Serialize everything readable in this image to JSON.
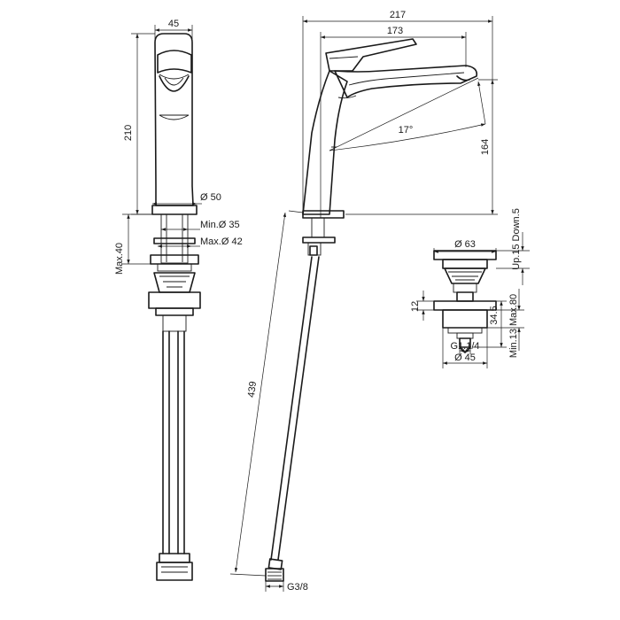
{
  "dimensions": {
    "side_width": "45",
    "side_height": "210",
    "side_base_diameter": "Ø 50",
    "side_min_hole": "Min.Ø 35",
    "side_max_hole": "Max.Ø 42",
    "side_max_deck": "Max.40",
    "front_total_depth": "217",
    "front_spout_reach": "173",
    "front_angle": "17°",
    "front_spout_height": "164",
    "front_hose_length": "439",
    "front_hose_thread": "G3/8",
    "waste_head_diameter": "Ø 63",
    "waste_up_down": "Up.15 Down.5",
    "waste_offset": "12",
    "waste_body_height": "34.5",
    "waste_basin_thickness": "Min.13 Max.80",
    "waste_thread": "G1.1/4",
    "waste_body_diameter": "Ø 45"
  }
}
